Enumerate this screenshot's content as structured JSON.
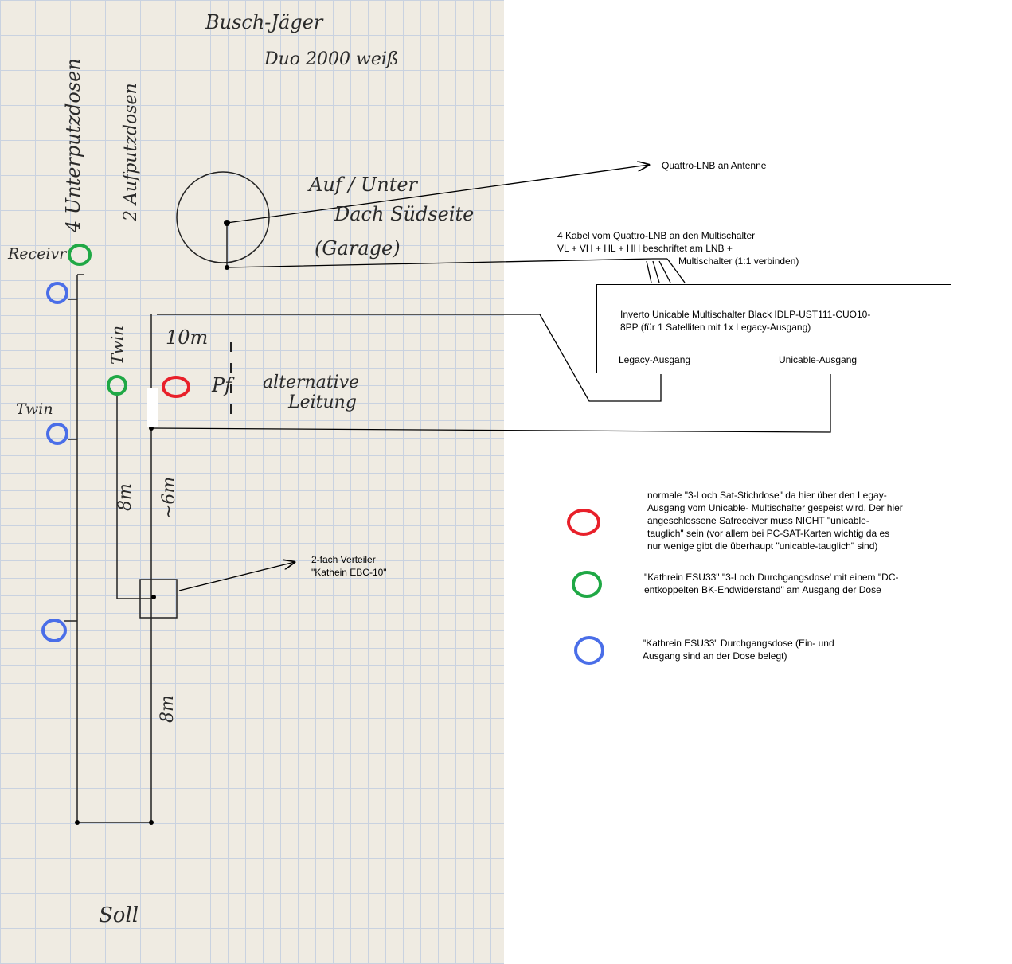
{
  "handwriting": {
    "brand": "Busch-Jäger",
    "series": "Duo 2000 weiß",
    "flush_boxes": "4 Unterputzdosen",
    "surface_boxes": "2 Aufputzdosen",
    "roof_1": "Auf / Unter",
    "roof_2": "Dach Südseite",
    "roof_3": "(Garage)",
    "receiver": "Receivr",
    "twin_left": "Twin",
    "twin_mid": "Twin",
    "len_10m": "10m",
    "pf": "Pf",
    "alt_1": "alternative",
    "alt_2": "Leitung",
    "len_8m_a": "8m",
    "len_6m": "~6m",
    "len_8m_b": "8m",
    "soll": "Soll"
  },
  "annotations": {
    "lnb": "Quattro-LNB an Antenne",
    "cables_1": "4 Kabel vom Quattro-LNB an den Multischalter",
    "cables_2": "VL + VH + HL + HH beschriftet am LNB +",
    "cables_3": "Multischalter (1:1 verbinden)",
    "splitter_1": "2-fach Verteiler",
    "splitter_2": "\"Kathein EBC-10\""
  },
  "multiswitch": {
    "title_1": "Inverto Unicable Multischalter  Black IDLP-UST111-CUO10-",
    "title_2": "8PP (für 1 Satelliten mit 1x Legacy-Ausgang)",
    "legacy_output": "Legacy-Ausgang",
    "unicable_output": "Unicable-Ausgang"
  },
  "legend": [
    {
      "color": "#e8202a",
      "lines": [
        "normale \"3-Loch Sat-Stichdose\" da hier über den Legay-",
        "Ausgang vom Unicable- Multischalter gespeist wird. Der hier",
        "angeschlossene Satreceiver muss NICHT \"unicable-",
        "tauglich\" sein (vor allem bei PC-SAT-Karten wichtig da es",
        "nur wenige gibt die überhaupt \"unicable-tauglich\" sind)"
      ]
    },
    {
      "color": "#1fa845",
      "lines": [
        "\"Kathrein ESU33\" \"3-Loch Durchgangsdose' mit einem \"DC-",
        "entkoppelten BK-Endwiderstand\" am Ausgang der Dose"
      ]
    },
    {
      "color": "#4a6ee8",
      "lines": [
        "\"Kathrein ESU33\" Durchgangsdose (Ein- und",
        "Ausgang sind an der Dose belegt)"
      ]
    }
  ]
}
